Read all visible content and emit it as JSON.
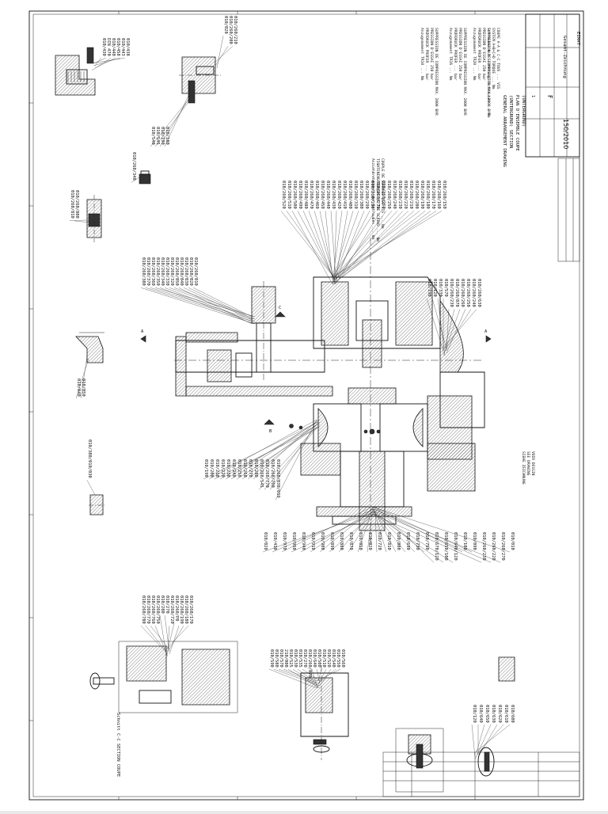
{
  "title_block": {
    "title_lines": [
      "GENERAL ARRANGEMENT DRAWING",
      "(UNTERGRUND) SECTION",
      "PLAN D'ENSEMBLE COUPE",
      "(UNTERGRUND)"
    ],
    "company": "EIMAT",
    "doc_type": "Gesamt-Zeichnung",
    "drawing_no": "150/2010",
    "sheet": "1",
    "mark": "F"
  },
  "notes": {
    "bolt_torque": [
      "Anziehdrehmoment der Schrauben ... Nm",
      "TIGHTENING TORQUE OF THE SCREWS ... Nm",
      "COUPLE DE SERRAGE DES VIS ... Nm"
    ],
    "block_1": [
      "Anzugsmoment TR10 ... Nm",
      "PRÜFDRUCK PRÜFER ... bar",
      "PRESSION D'ESSAI 250 bar",
      "SUPPRESSION DE COMPRESSION MAX. 2000 BAR"
    ],
    "block_2": [
      "Anzugsmoment TR16 ... Nm",
      "PRÜFDRUCK PRÜFER ... bar",
      "PRESSION D'ESSAI 250 bar",
      "SUPPRESSION DE COMPRESSION MAX. 2000 BAR"
    ],
    "block_3": [
      "Anzugsmoment TR20 ... Nm",
      "PRÜFDRUCK PRÜFER ... bar",
      "PRESSION D'ESSAI 250 bar",
      "SUPPRESSION DE COMPRESSION MAX. 2000 BAR"
    ],
    "block_4": [
      "Schrauben mit Sicherung: Schrauben ... Nm",
      "SYSTEM A+B+C+D TORQUE ... Nm",
      "COUPE A-A & C-C TOUS ... VIS"
    ],
    "sectional_note": [
      "SIEHE ZEICHNUNG",
      "SEE DRAWING",
      "VOIR DESSIN"
    ]
  },
  "callouts": {
    "top_left": [
      "010/438",
      "010/443",
      "010/458",
      "010/440",
      "DIN 470",
      "010/430"
    ],
    "top_center": [
      "010/260/210",
      "010/260/200",
      "010/020"
    ],
    "top_center_b": [
      "010/180",
      "010/190",
      "010/545",
      "010/540"
    ],
    "small_part": [
      "010/260/340"
    ],
    "upper_left_mid": [
      "010/260/800",
      "010/260/810"
    ],
    "main_left": [
      "010/260/010",
      "010/260/020",
      "010/260/030",
      "010/260/040",
      "010/260/050",
      "010/260/320",
      "010/260/330",
      "010/260/340",
      "010/260/350",
      "010/260/360",
      "010/260/370",
      "010/260/380"
    ],
    "main_top": [
      "010/260/150",
      "010/260/160",
      "010/260/170",
      "010/260/180",
      "010/260/190",
      "010/260/200",
      "010/260/210",
      "010/260/220",
      "010/260/230",
      "010/260/240",
      "010/260/250",
      "010/260/260",
      "010/260/270",
      "010/260/280",
      "010/260/290",
      "010/260/300",
      "010/260/310",
      "010/260/400",
      "010/260/410",
      "010/260/420",
      "010/260/430",
      "010/260/440",
      "010/260/450",
      "010/260/460",
      "010/260/470",
      "010/260/480",
      "010/260/490",
      "010/260/500",
      "010/260/510",
      "010/260/520"
    ],
    "left_mid": [
      "010/050",
      "010/040"
    ],
    "left_mid_b": [
      "010/380/010/030"
    ],
    "main_lower_left": [
      "010/260/030/019",
      "010/260/760",
      "010/260/770",
      "010/260/545",
      "010/280",
      "010/270",
      "010/260",
      "010/250",
      "010/240",
      "010/230",
      "010/220",
      "010/210",
      "010/200",
      "010/190"
    ],
    "main_right": [
      "010/260/630",
      "010/260/240",
      "010/260/250",
      "010/260/260",
      "010/260/870",
      "010/260/230",
      "010/570",
      "010/330",
      "010/120",
      "010/190"
    ],
    "main_bottom": [
      "010/010",
      "010/260/270",
      "010/260/220",
      "010/260/230",
      "010/090",
      "010/100",
      "010/640/120",
      "010/650/100",
      "010/670/120",
      "010/750",
      "010/730",
      "010/690",
      "010/800",
      "010/810",
      "010/720",
      "010/820",
      "010/850",
      "010/870",
      "010/880",
      "010/890",
      "010/900",
      "010/910",
      "010/940",
      "010/960",
      "010/970",
      "010/410",
      "010/020"
    ],
    "bottom_left": [
      "010/260/170",
      "010/260/180",
      "010/260/190",
      "010/260/PB",
      "010/260/720",
      "010/270",
      "010/280",
      "010/260/750",
      "010/260/760",
      "010/260/770",
      "010/260/780"
    ],
    "bottom_center": [
      "010/560",
      "010/550",
      "010/540",
      "010/520",
      "010/510",
      "010/500",
      "010/640",
      "010/260/070",
      "010/270",
      "010/535",
      "010/530",
      "010/525",
      "210/000",
      "010/570",
      "010/580",
      "010/590"
    ],
    "bottom_right": [
      "010/600",
      "010/610",
      "010/620",
      "010/630",
      "010/650",
      "010/640",
      "010/120"
    ]
  },
  "section_labels": [
    "A",
    "A",
    "C",
    "B",
    "C-C"
  ],
  "view_label": "Schnitt C-C SECTION COUPE"
}
